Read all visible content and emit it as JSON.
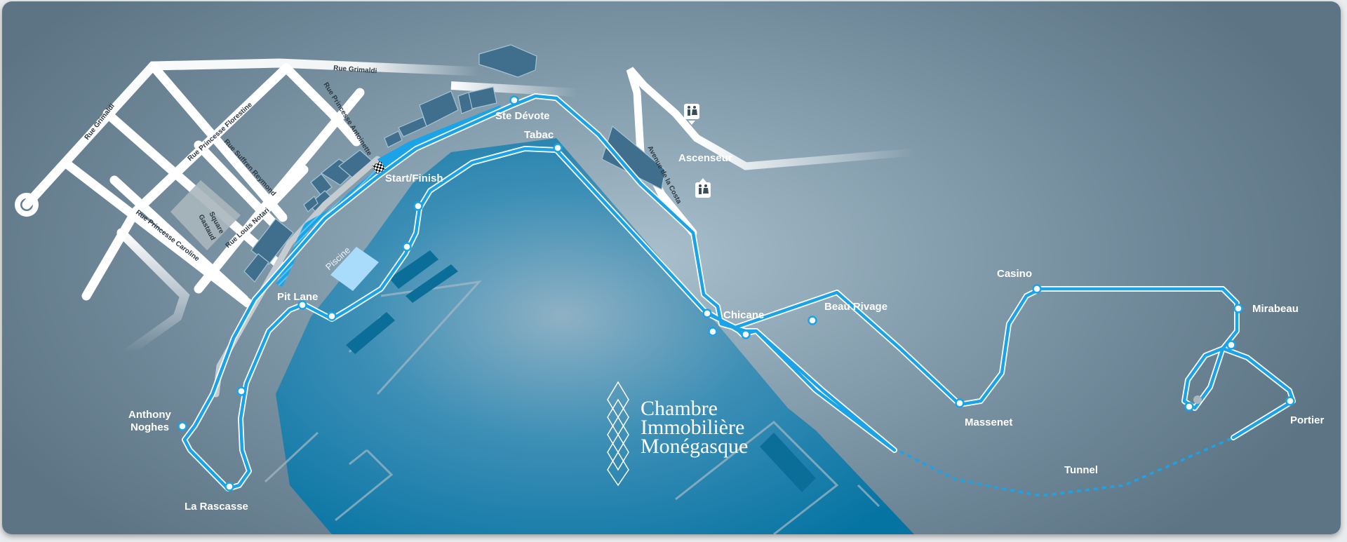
{
  "map": {
    "colors": {
      "track": "#1aa3e6",
      "track_outline": "#ffffff",
      "road": "#ffffff",
      "building": "#3f6f8d",
      "water": "#0b7aa8",
      "pool": "#a9dcfb"
    },
    "streets": {
      "rue_grimaldi_top": "Rue Grimaldi",
      "rue_grimaldi_left": "Rue Grimaldi",
      "rue_princesse_florestine": "Rue Princesse Florestine",
      "rue_princesse_antoinette": "Rue Princesse Antoinette",
      "rue_suffren_reymond": "Rue Suffren Reymond",
      "rue_princesse_caroline": "Rue Princesse Caroline",
      "rue_louis_notari": "Rue Louis Notari",
      "avenue_de_la_costa": "Avenue de la Costa"
    },
    "square": {
      "line1": "Square",
      "line2": "Gastaud"
    },
    "pool_label": "Piscine",
    "start_finish": "Start/Finish",
    "pit_lane": "Pit Lane",
    "ascenseur": "Ascenseur",
    "tunnel": "Tunnel",
    "corners": {
      "ste_devote": "Ste Dévote",
      "tabac": "Tabac",
      "chicane": "Chicane",
      "beau_rivage": "Beau Rivage",
      "casino": "Casino",
      "mirabeau": "Mirabeau",
      "portier": "Portier",
      "massenet": "Massenet",
      "anthony_noghes_1": "Anthony",
      "anthony_noghes_2": "Noghes",
      "la_rascasse": "La Rascasse"
    },
    "icons": {
      "restroom_1": "restroom-icon",
      "restroom_2": "restroom-icon",
      "checkered_flag": "checkered-flag-icon",
      "roundabout": "roundabout-icon"
    },
    "logo": {
      "line1": "Chambre",
      "line2": "Immobilière",
      "line3": "Monégasque"
    }
  }
}
